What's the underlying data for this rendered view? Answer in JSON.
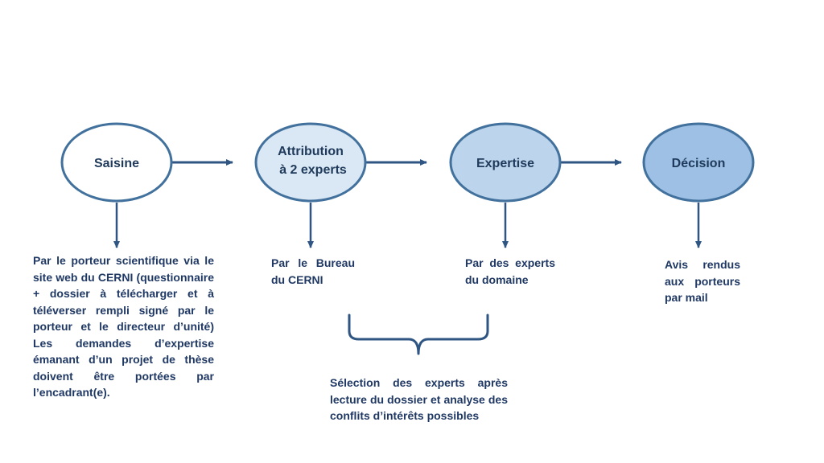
{
  "colors": {
    "stroke": "#41719c",
    "arrow": "#2f5583",
    "text": "#1f3864",
    "fill_saisine": "#ffffff",
    "fill_attribution": "#dae7f4",
    "fill_expertise": "#bcd4ec",
    "fill_decision": "#9dc0e4"
  },
  "nodes": [
    {
      "id": "saisine",
      "lines": [
        "Saisine"
      ]
    },
    {
      "id": "attribution",
      "lines": [
        "Attribution",
        "à 2 experts"
      ]
    },
    {
      "id": "expertise",
      "lines": [
        "Expertise"
      ]
    },
    {
      "id": "decision",
      "lines": [
        "Décision"
      ]
    }
  ],
  "descriptions": {
    "saisine": "Par le porteur scientifique via le site web du CERNI (questionnaire + dossier à télécharger et à téléverser rempli signé par le porteur et le directeur d’unité) Les demandes d’expertise émanant d’un projet de thèse doivent être portées par l’encadrant(e).",
    "attribution": "Par le Bureau du CERNI",
    "expertise": "Par des experts du domaine",
    "decision": "Avis rendus aux porteurs par mail",
    "selection": "Sélection des experts après lecture du dossier et analyse des conflits d’intérêts possibles"
  }
}
